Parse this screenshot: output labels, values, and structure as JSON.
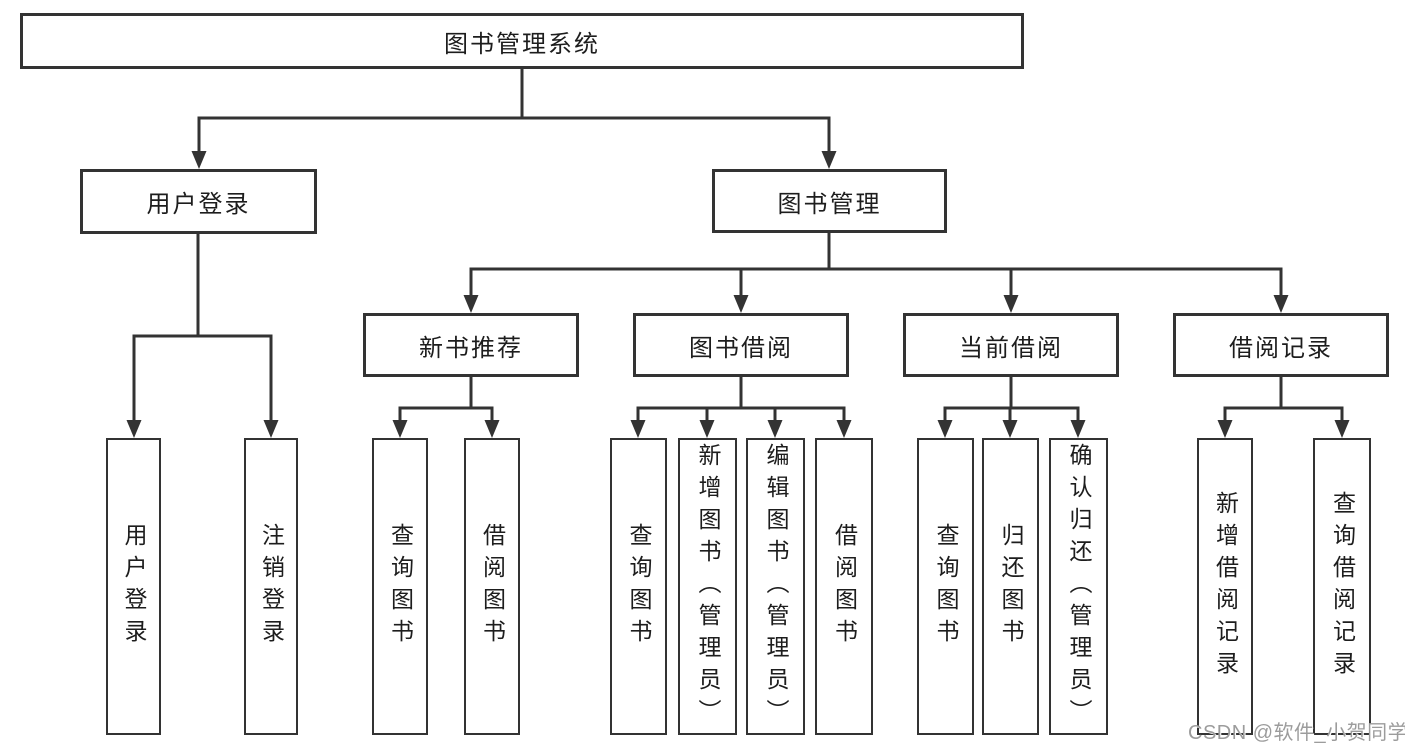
{
  "colors": {
    "line": "#333333",
    "box_border": "#333333",
    "box_background": "#ffffff",
    "text": "#1d1d1d",
    "watermark": "#9c9c9c"
  },
  "diagram": {
    "title": "图书管理系统",
    "level2": [
      {
        "label": "用户登录"
      },
      {
        "label": "图书管理"
      }
    ],
    "level3": [
      {
        "label": "新书推荐",
        "parent": "图书管理"
      },
      {
        "label": "图书借阅",
        "parent": "图书管理"
      },
      {
        "label": "当前借阅",
        "parent": "图书管理"
      },
      {
        "label": "借阅记录",
        "parent": "图书管理"
      }
    ],
    "leaves": [
      {
        "label": "用户登录",
        "parent": "用户登录"
      },
      {
        "label": "注销登录",
        "parent": "用户登录"
      },
      {
        "label": "查询图书",
        "parent": "新书推荐"
      },
      {
        "label": "借阅图书",
        "parent": "新书推荐"
      },
      {
        "label": "查询图书",
        "parent": "图书借阅"
      },
      {
        "label": "新增图书（管理员）",
        "parent": "图书借阅"
      },
      {
        "label": "编辑图书（管理员）",
        "parent": "图书借阅"
      },
      {
        "label": "借阅图书",
        "parent": "图书借阅"
      },
      {
        "label": "查询图书",
        "parent": "当前借阅"
      },
      {
        "label": "归还图书",
        "parent": "当前借阅"
      },
      {
        "label": "确认归还（管理员）",
        "parent": "当前借阅"
      },
      {
        "label": "新增借阅记录",
        "parent": "借阅记录"
      },
      {
        "label": "查询借阅记录",
        "parent": "借阅记录"
      }
    ]
  },
  "watermark": {
    "text": "CSDN @软件_小贺同学"
  }
}
